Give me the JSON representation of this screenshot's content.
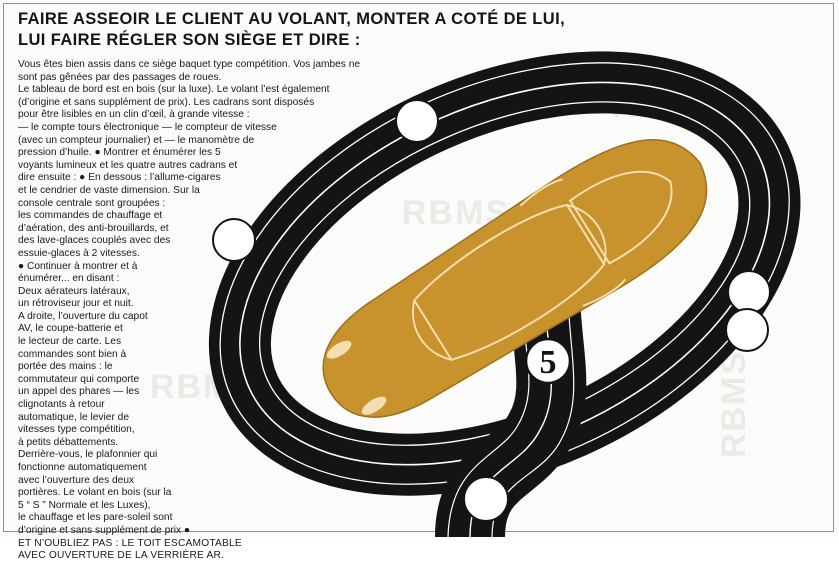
{
  "title": {
    "line1": "FAIRE ASSEOIR LE CLIENT AU VOLANT, MONTER A COTÉ DE LUI,",
    "line2": "LUI FAIRE RÉGLER SON SIÈGE ET DIRE :"
  },
  "body_lines": [
    "Vous êtes bien assis dans ce siège baquet type compétition. Vos jambes ne",
    "sont pas gênées par des passages de roues.",
    "Le tableau de bord est en bois (sur la luxe). Le volant l’est également",
    "(d’origine et sans supplément de prix). Les cadrans sont disposés",
    "pour être lisibles en un clin d’œil, à grande vitesse :",
    "— le compte tours électronique — le compteur de vitesse",
    "(avec un compteur journalier) et — le manomètre de",
    "pression d’huile. ● Montrer et énumérer les 5",
    "voyants lumineux et les quatre autres cadrans et",
    "dire ensuite : ● En dessous : l’allume-cigares",
    "et le cendrier de vaste dimension. Sur la",
    "console centrale sont groupées :",
    "les commandes de chauffage et",
    "d’aération, des anti-brouillards, et",
    "des lave-glaces couplés avec des",
    "essuie-glaces à 2 vitesses.",
    "● Continuer à montrer et à",
    "énumérer... en disant :",
    "Deux aérateurs latéraux,",
    "un rétroviseur jour et nuit.",
    "A droite, l’ouverture du capot",
    "AV, le coupe-batterie et",
    "le lecteur de carte. Les",
    "commandes sont bien à",
    "portée des mains : le",
    "commutateur qui comporte",
    "un appel des phares — les",
    "clignotants à retour",
    "automatique, le levier de",
    "vitesses type compétition,",
    "à petits débattements.",
    "Derrière-vous, le plafonnier qui",
    "fonctionne automatiquement",
    "avec l’ouverture des deux",
    "portières. Le volant en bois (sur la",
    "5 “ S ” Normale et les Luxes),",
    "le chauffage et les pare-soleil sont",
    "d’origine et sans supplément de prix ●",
    "ET N’OUBLIEZ PAS : LE TOIT ESCAMOTABLE",
    "AVEC OUVERTURE DE LA VERRIÈRE AR."
  ],
  "race_number": "5",
  "watermark": "RBMS",
  "colors": {
    "track": "#141414",
    "car": "#c8932c",
    "car_line": "#f3dfb2",
    "frame": "#b68f3e",
    "text": "#1a1a1a"
  }
}
